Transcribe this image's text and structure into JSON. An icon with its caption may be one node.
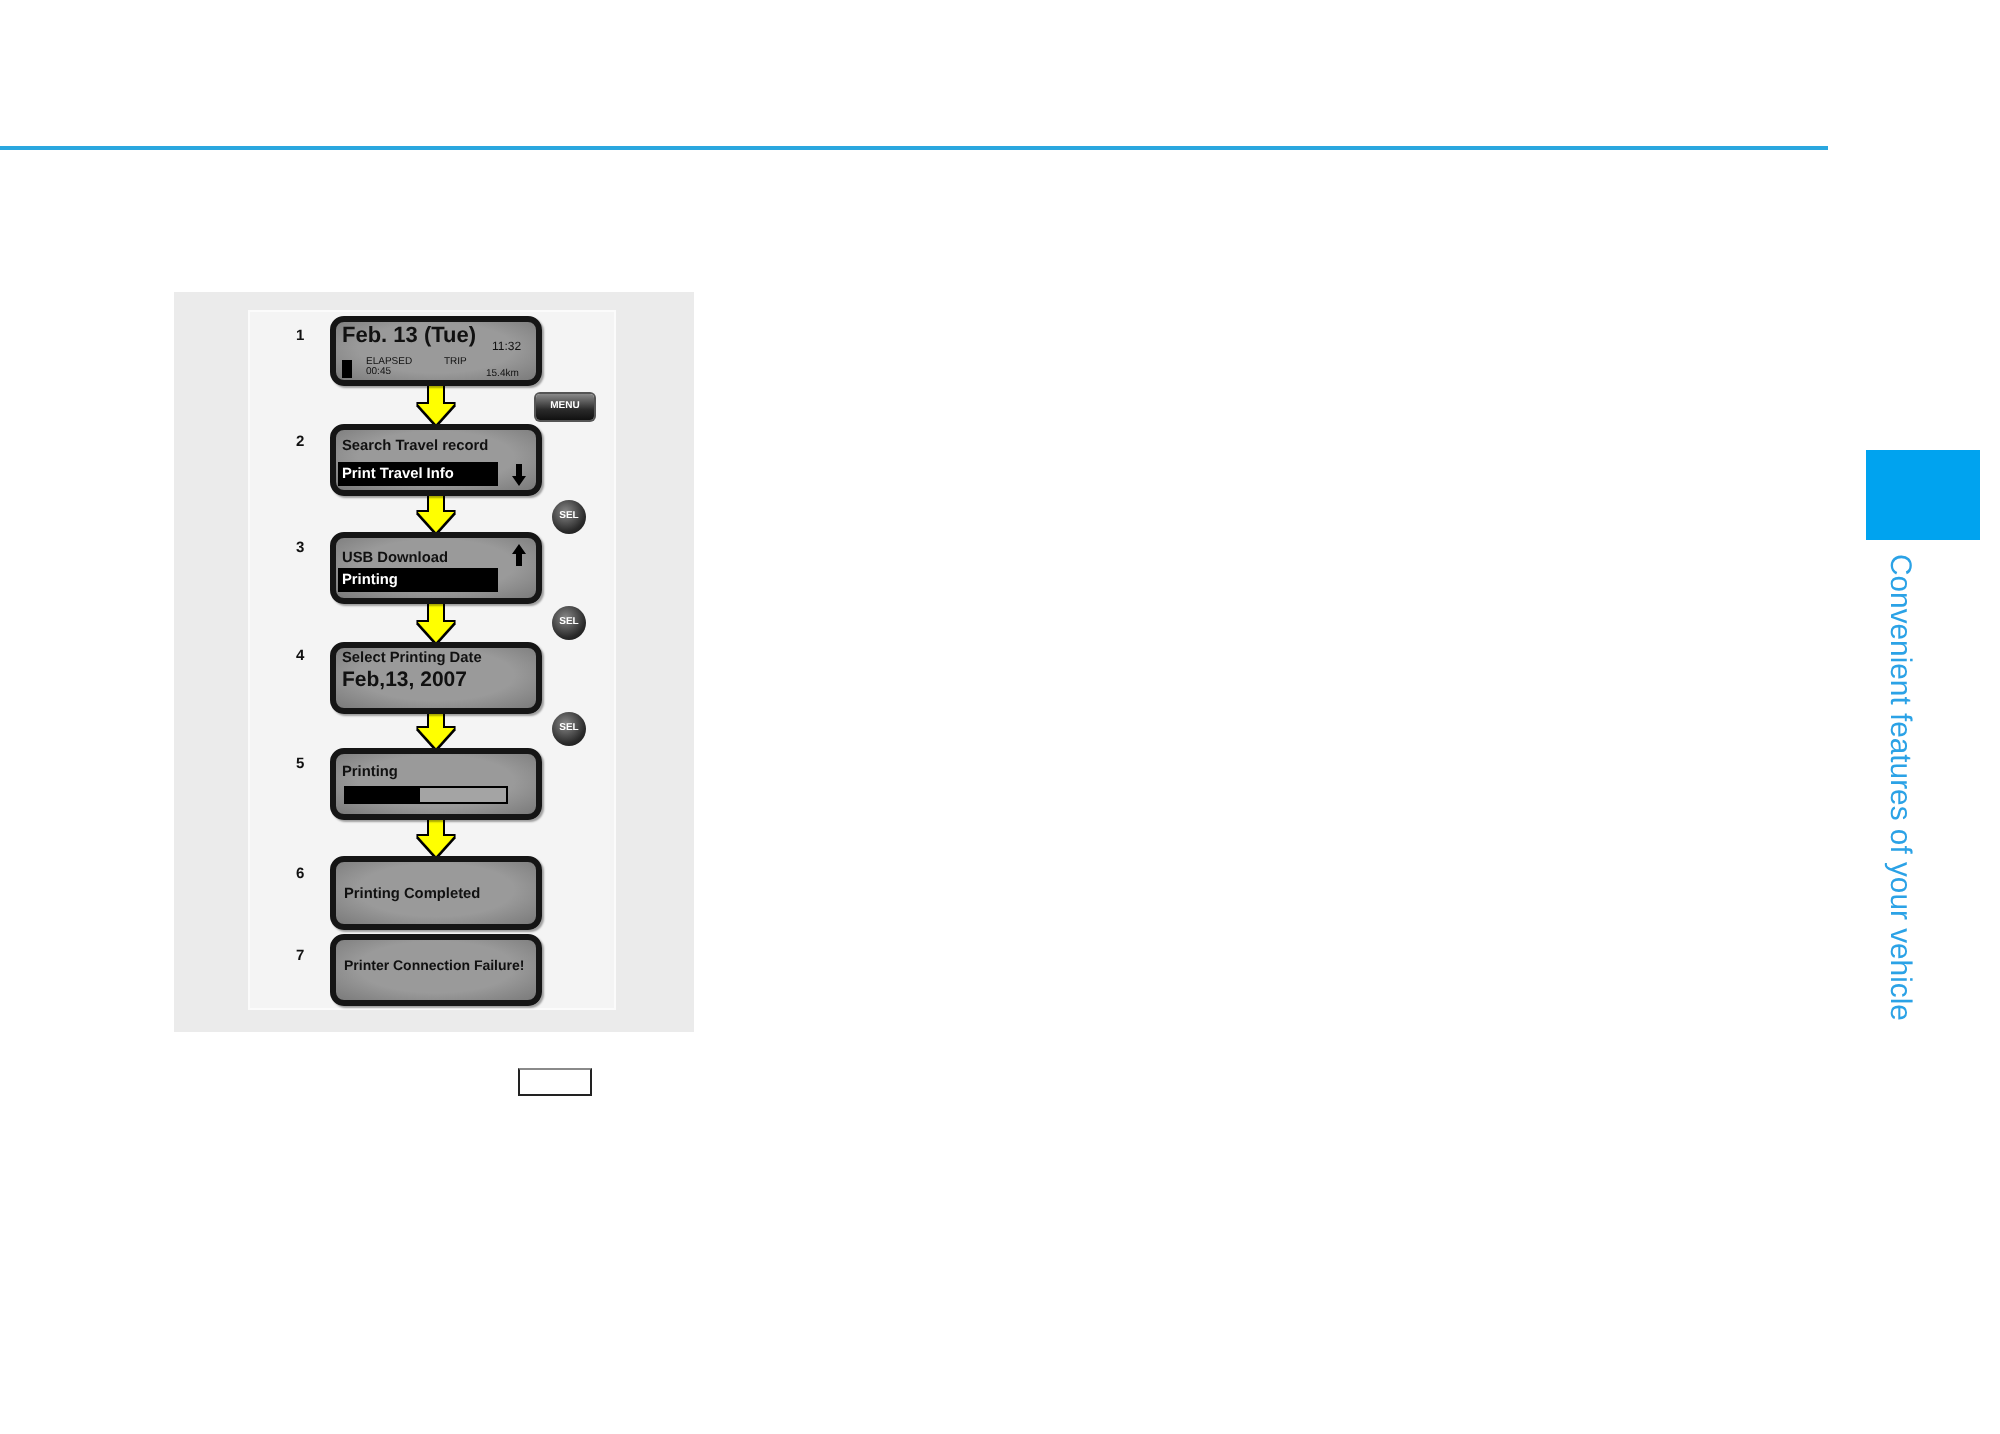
{
  "diagram": {
    "nodes": [
      {
        "text": [
          "Feb. 13 (Tue)",
          "11:32",
          "ELAPSED",
          "00:45",
          "TRIP",
          "15.4km"
        ],
        "beside": [
          "1"
        ]
      },
      {
        "text": [
          "MENU"
        ]
      },
      {
        "text": [
          "Search Travel record",
          "Print Travel Info"
        ],
        "beside": [
          "2"
        ]
      },
      {
        "text": [
          "SEL"
        ]
      },
      {
        "text": [
          "USB Download",
          "Printing"
        ],
        "beside": [
          "3"
        ]
      },
      {
        "text": [
          "SEL"
        ]
      },
      {
        "text": [
          "Select Printing Date",
          "Feb,13, 2007"
        ],
        "beside": [
          "4"
        ]
      },
      {
        "text": [
          "SEL"
        ]
      },
      {
        "text": [
          "Printing"
        ],
        "beside": [
          "5"
        ]
      },
      {
        "text": [
          "Printing Completed"
        ],
        "beside": [
          "6"
        ]
      },
      {
        "text": [
          "Printer Connection Failure!"
        ],
        "beside": [
          "7"
        ]
      }
    ],
    "edges": [
      {
        "from": 0,
        "to": 2,
        "arrow": "to"
      },
      {
        "from": 2,
        "to": 4,
        "arrow": "to"
      },
      {
        "from": 4,
        "to": 6,
        "arrow": "to"
      },
      {
        "from": 6,
        "to": 8,
        "arrow": "to"
      },
      {
        "from": 8,
        "to": 9,
        "arrow": "to"
      }
    ],
    "labels": [
      "Convenient features of your vehicle"
    ]
  }
}
